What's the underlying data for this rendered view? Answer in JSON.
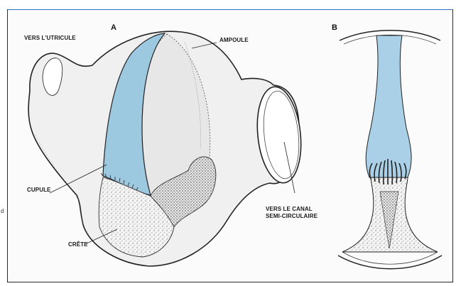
{
  "figure": {
    "panel_a": "A",
    "panel_b": "B",
    "margin_mark": "d",
    "labels": {
      "vers_utricule": "VERS L'UTRICULE",
      "ampoule": "AMPOULE",
      "cupule": "CUPULE",
      "crete": "CRÊTE",
      "vers_canal_line1": "VERS LE CANAL",
      "vers_canal_line2": "SEMI-CIRCULAIRE"
    },
    "colors": {
      "cupula_blue": "#9cc8e0",
      "ampulla_fill": "#f0f0f0",
      "outline": "#222222",
      "frame_accent": "#2a6fc0"
    }
  }
}
